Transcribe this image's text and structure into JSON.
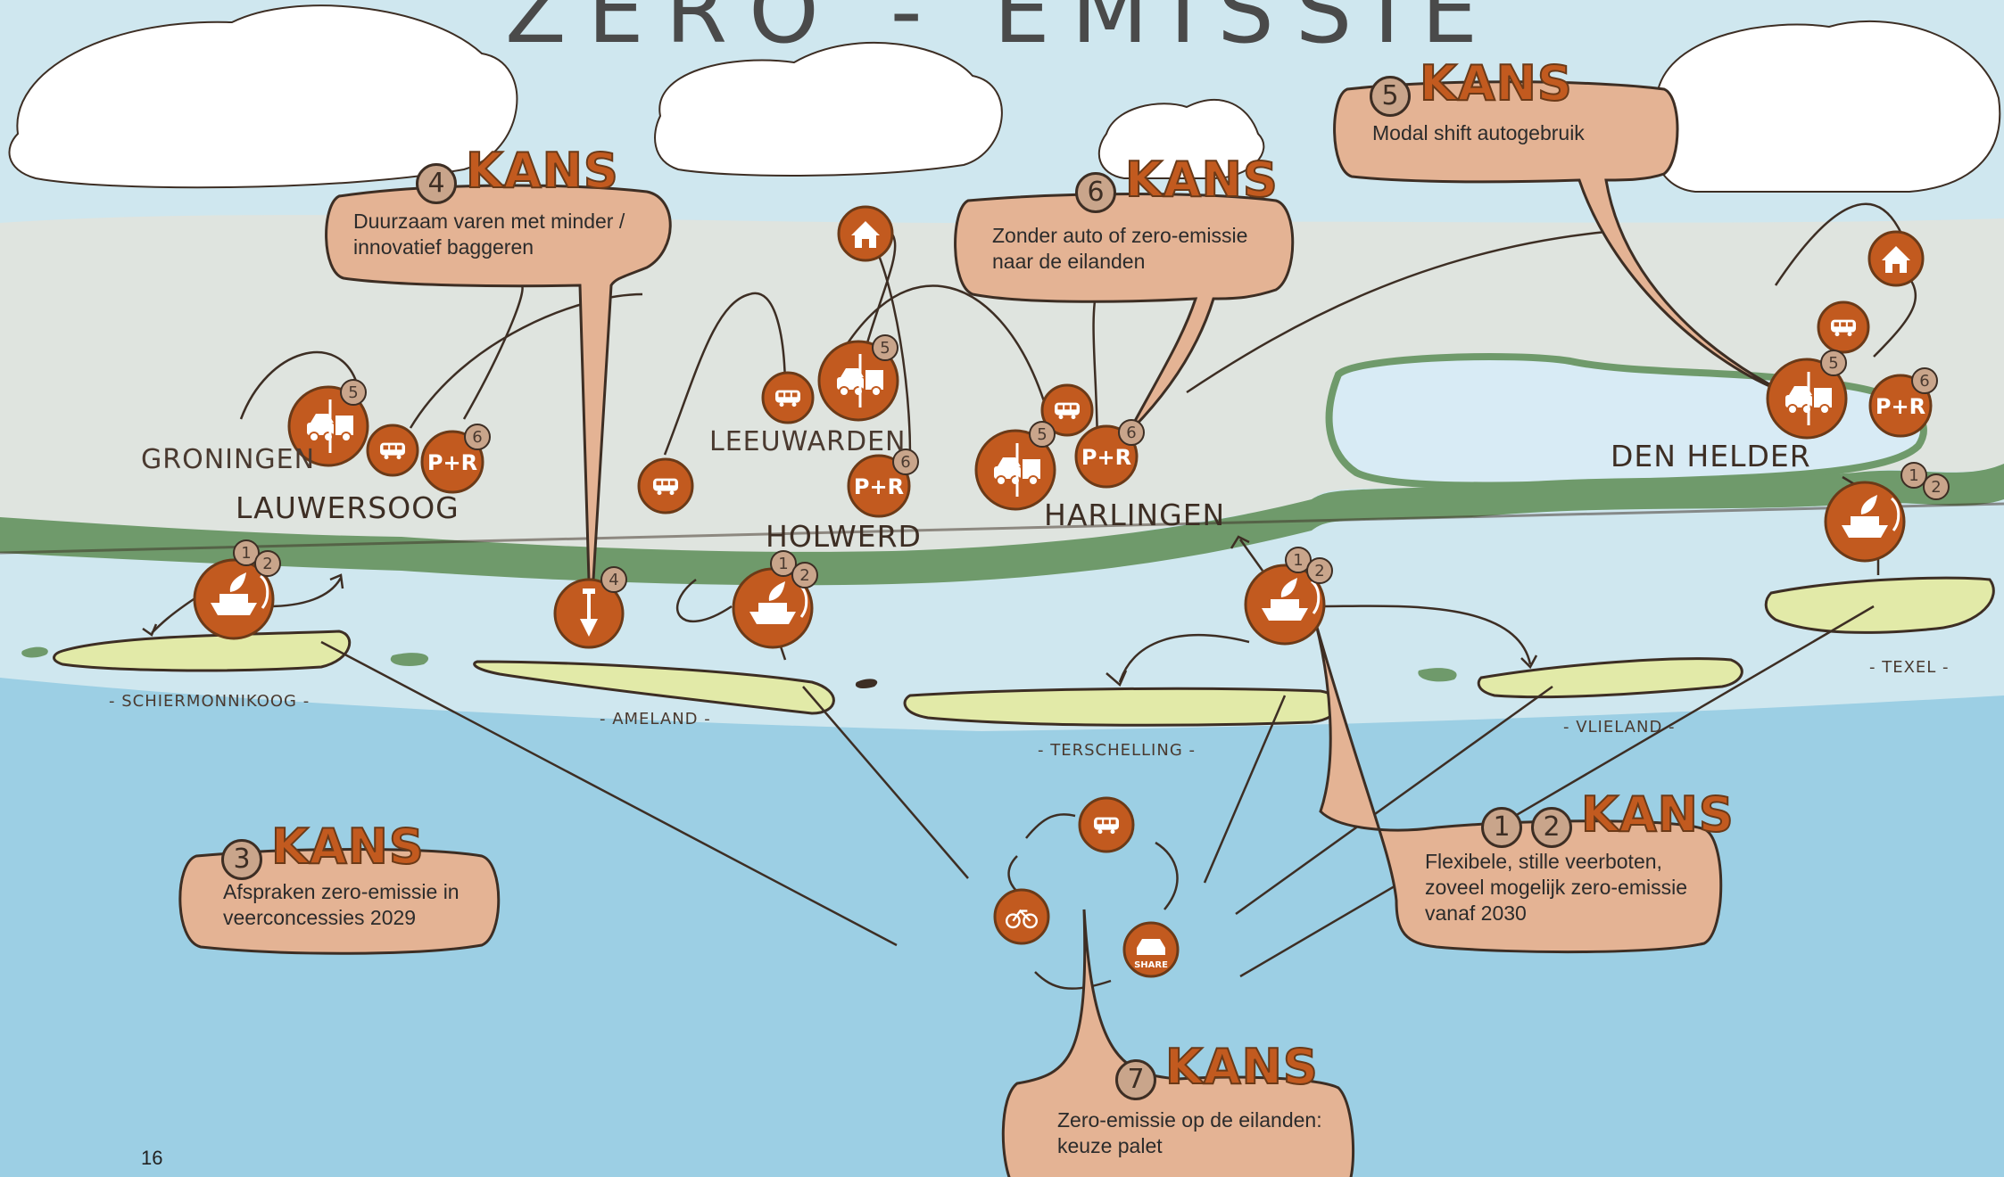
{
  "title": "ZERO - EMISSIE",
  "page_number": "16",
  "kans_word": "KANS",
  "colors": {
    "icon": "#c25a1f",
    "balloon": "#e4b394",
    "balloon_stroke": "#3d2e24",
    "sea": "#9ccfe4",
    "wadden": "#cfe7ef",
    "land": "#dfe4df",
    "coast": "#6f9a6b",
    "island": "#e2eaa8"
  },
  "cities": {
    "groningen": "GRONINGEN",
    "lauwersoog": "LAUWERSOOG",
    "leeuwarden": "LEEUWARDEN",
    "holwerd": "HOLWERD",
    "harlingen": "HARLINGEN",
    "den_helder": "DEN HELDER"
  },
  "islands": {
    "schiermonnikoog": "- SCHIERMONNIKOOG -",
    "ameland": "- AMELAND -",
    "terschelling": "- TERSCHELLING -",
    "vlieland": "- VLIELAND -",
    "texel": "- TEXEL -"
  },
  "kansen": {
    "k4": {
      "number": "4",
      "text": "Duurzaam varen met minder / innovatief baggeren"
    },
    "k6": {
      "number": "6",
      "text": "Zonder auto of zero-emissie naar de eilanden"
    },
    "k5": {
      "number": "5",
      "text": "Modal shift autogebruik"
    },
    "k3": {
      "number": "3",
      "text": "Afspraken zero-emissie in veerconcessies 2029"
    },
    "k12": {
      "number_a": "1",
      "number_b": "2",
      "text": "Flexibele, stille veerboten, zoveel mogelijk zero-emissie vanaf 2030"
    },
    "k7": {
      "number": "7",
      "text": "Zero-emissie op de eilanden: keuze palet"
    }
  },
  "icon_labels": {
    "park_ride": "P+R",
    "share": "SHARE",
    "badge_1": "1",
    "badge_2": "2",
    "badge_4": "4",
    "badge_5": "5",
    "badge_6": "6"
  },
  "icons": [
    "ferry-icon",
    "car-trailer-icon",
    "bus-icon",
    "park-ride-icon",
    "home-icon",
    "shovel-icon",
    "bicycle-icon",
    "share-car-icon"
  ]
}
